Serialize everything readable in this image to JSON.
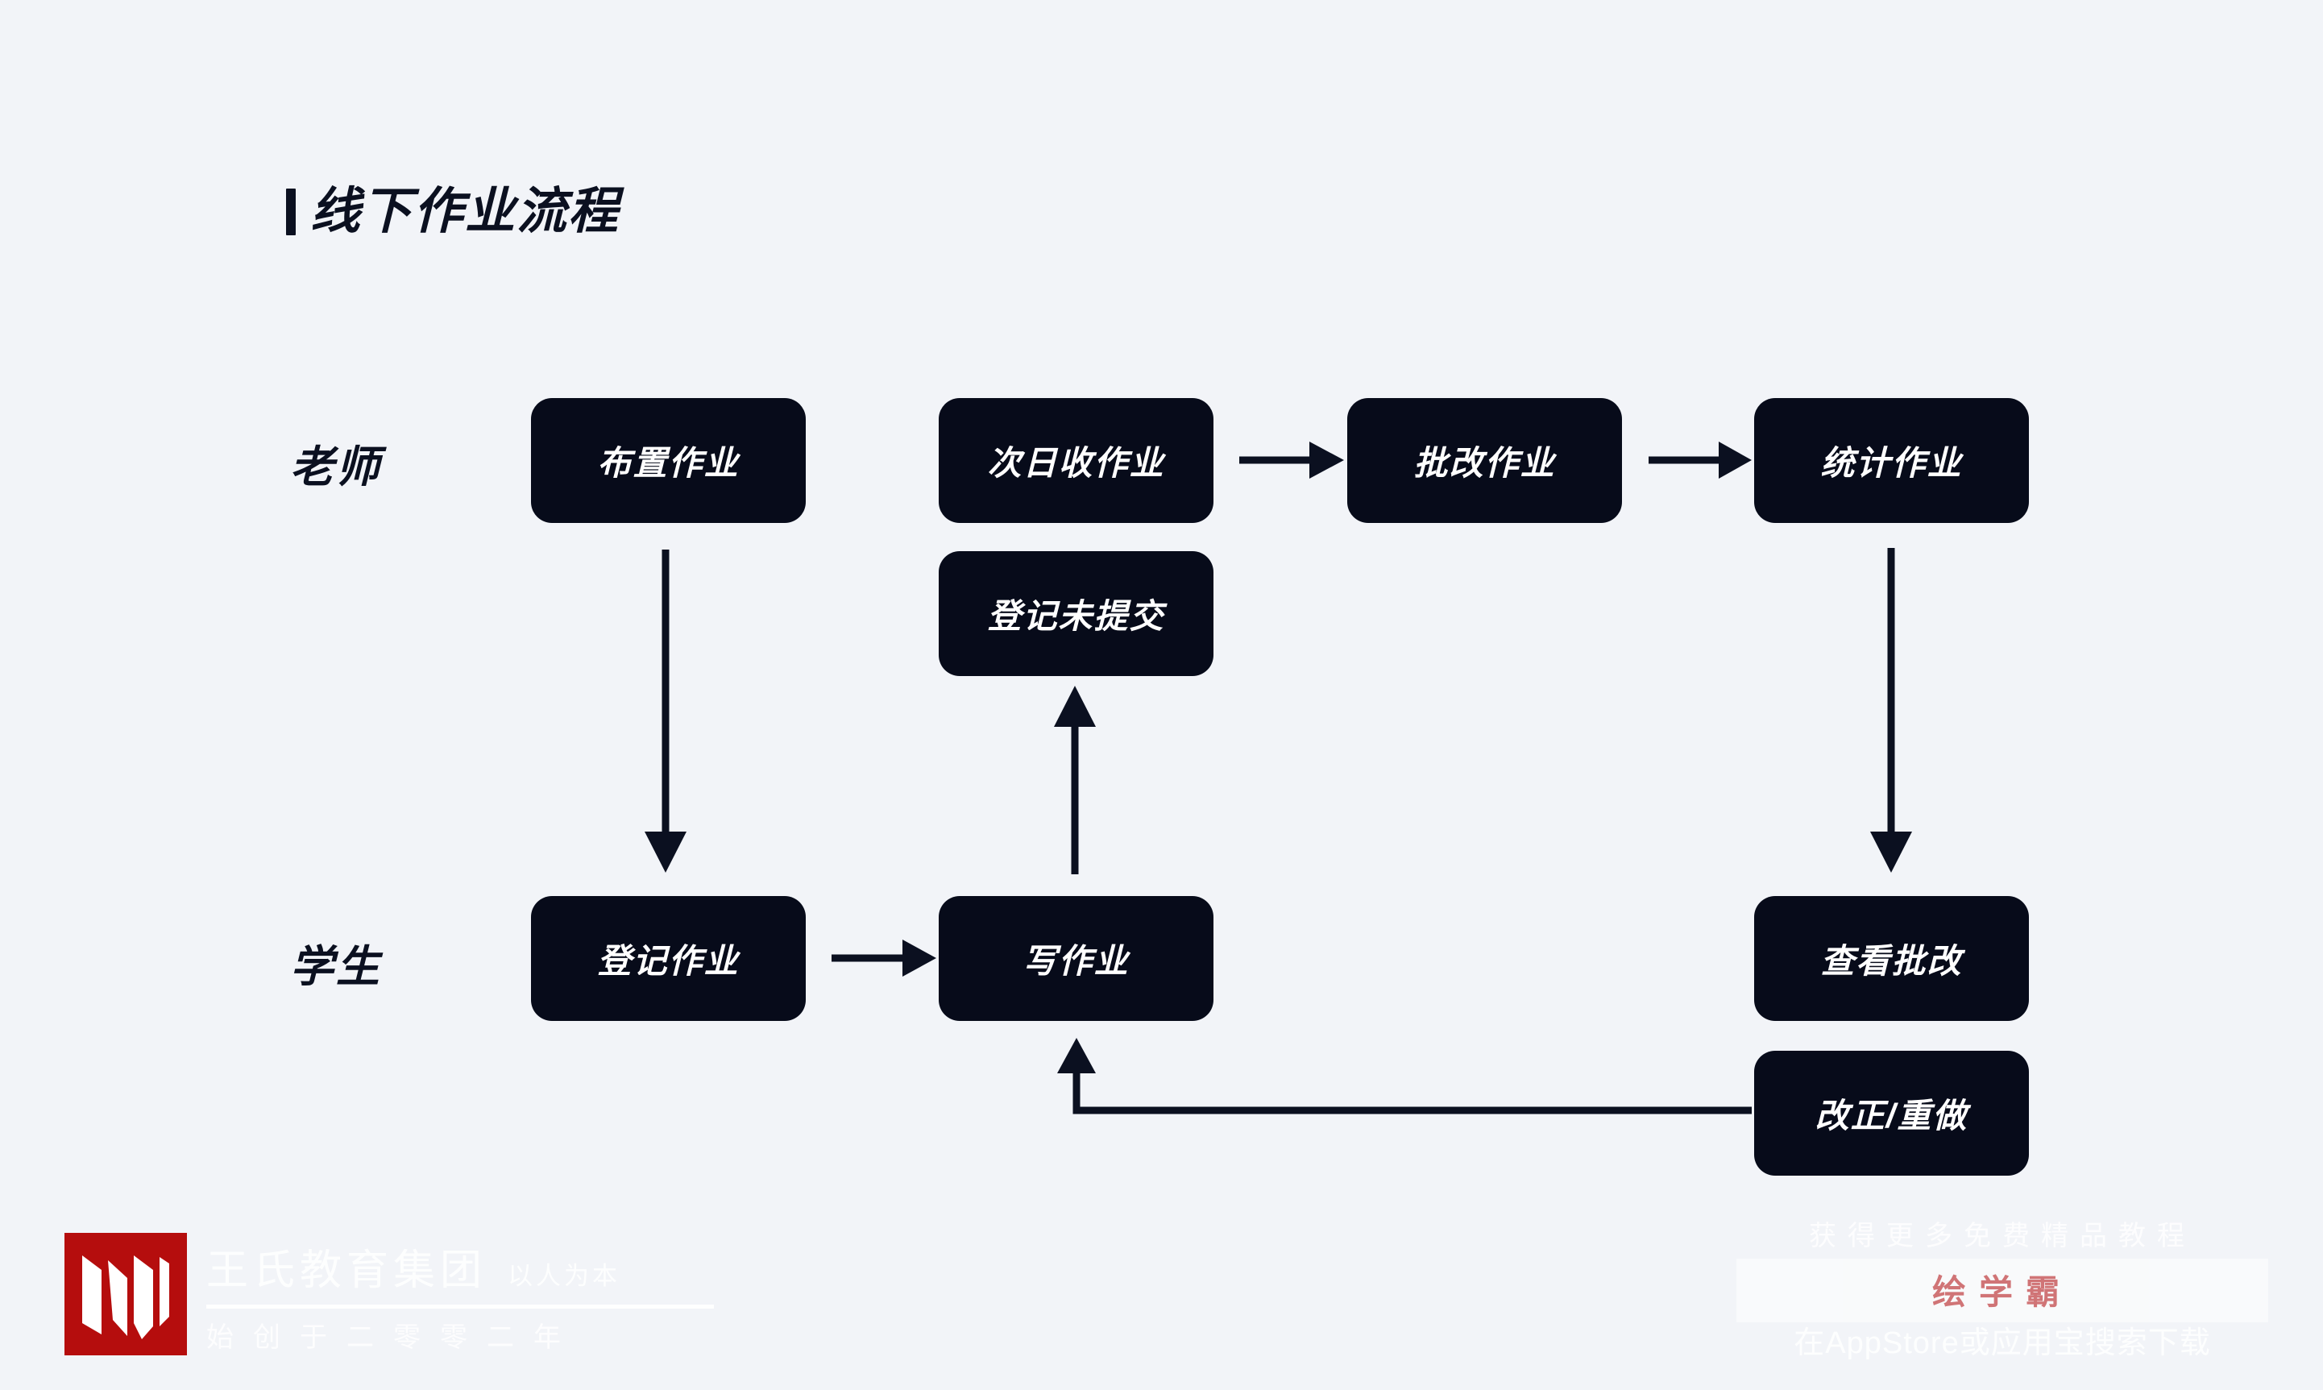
{
  "page": {
    "background_color": "#f2f4f8",
    "node_color": "#070b1a",
    "accent_color": "#b50d0d",
    "line_color": "#0b1020"
  },
  "title": {
    "text": "线下作业流程"
  },
  "lanes": [
    {
      "id": "teacher",
      "label": "老师"
    },
    {
      "id": "student",
      "label": "学生"
    }
  ],
  "nodes": {
    "assign": {
      "label": "布置作业",
      "lane": "teacher"
    },
    "collect": {
      "label": "次日收作业",
      "lane": "teacher"
    },
    "grade": {
      "label": "批改作业",
      "lane": "teacher"
    },
    "stats": {
      "label": "统计作业",
      "lane": "teacher"
    },
    "unsubmit": {
      "label": "登记未提交",
      "lane": "teacher"
    },
    "record": {
      "label": "登记作业",
      "lane": "student"
    },
    "dohw": {
      "label": "写作业",
      "lane": "student"
    },
    "review": {
      "label": "查看批改",
      "lane": "student"
    },
    "redo": {
      "label": "改正/重做",
      "lane": "student"
    }
  },
  "edges": [
    {
      "from": "collect",
      "to": "grade",
      "kind": "arrow-right"
    },
    {
      "from": "grade",
      "to": "stats",
      "kind": "arrow-right"
    },
    {
      "from": "assign",
      "to": "record",
      "kind": "arrow-down"
    },
    {
      "from": "record",
      "to": "dohw",
      "kind": "arrow-right"
    },
    {
      "from": "dohw",
      "to": "unsubmit",
      "kind": "arrow-up"
    },
    {
      "from": "stats",
      "to": "review",
      "kind": "arrow-down"
    },
    {
      "from": "redo",
      "to": "dohw",
      "kind": "elbow-left-up"
    }
  ],
  "watermark_left": {
    "name": "王氏教育集团",
    "slogan": "以人为本",
    "founded": "始创于二零零二年",
    "logo_icon": "w-monogram-icon"
  },
  "watermark_right": {
    "top": "获得更多免费精品教程",
    "brand": "绘学霸",
    "bottom": "在AppStore或应用宝搜索下载"
  }
}
